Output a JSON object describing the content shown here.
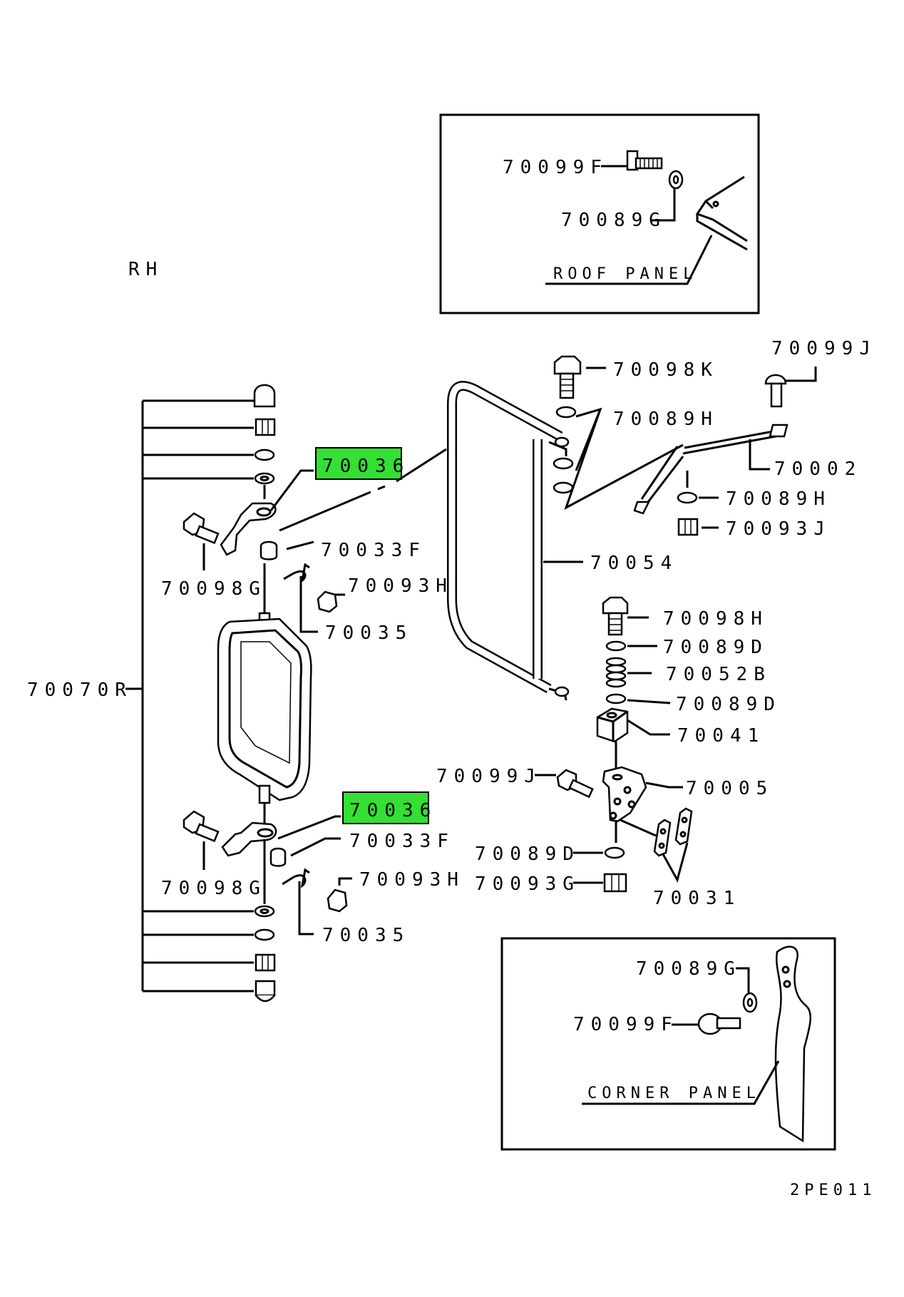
{
  "diagram": {
    "side_label": "RH",
    "drawing_code": "2PE011",
    "roof_inset": {
      "bolt": "70099F",
      "washer": "70089G",
      "panel": "ROOF PANEL"
    },
    "corner_inset": {
      "washer": "70089G",
      "bolt": "70099F",
      "panel": "CORNER PANEL"
    },
    "parts": {
      "mirror_assy": "70070R",
      "bracket_upper": "70036",
      "bracket_lower": "70036",
      "collar_upper": "70033F",
      "collar_lower": "70033F",
      "bolt_upper": "70098G",
      "bolt_lower": "70098G",
      "nut_upper": "70093H",
      "nut_lower": "70093H",
      "clamp_upper": "70035",
      "clamp_lower": "70035",
      "stay": "70054",
      "bolt_top": "70098K",
      "washers_top": "70089H",
      "bolt_rod": "70099J",
      "rod": "70002",
      "washer_rod": "70089H",
      "nut_rod": "70093J",
      "bolt_hinge": "70098H",
      "washer_hinge_upper": "70089D",
      "spring": "70052B",
      "washer_hinge_lower": "70089D",
      "block": "70041",
      "bolt_base": "70099J",
      "base_bracket": "70005",
      "washer_base": "70089D",
      "nut_base": "70093G",
      "plates": "70031"
    }
  }
}
